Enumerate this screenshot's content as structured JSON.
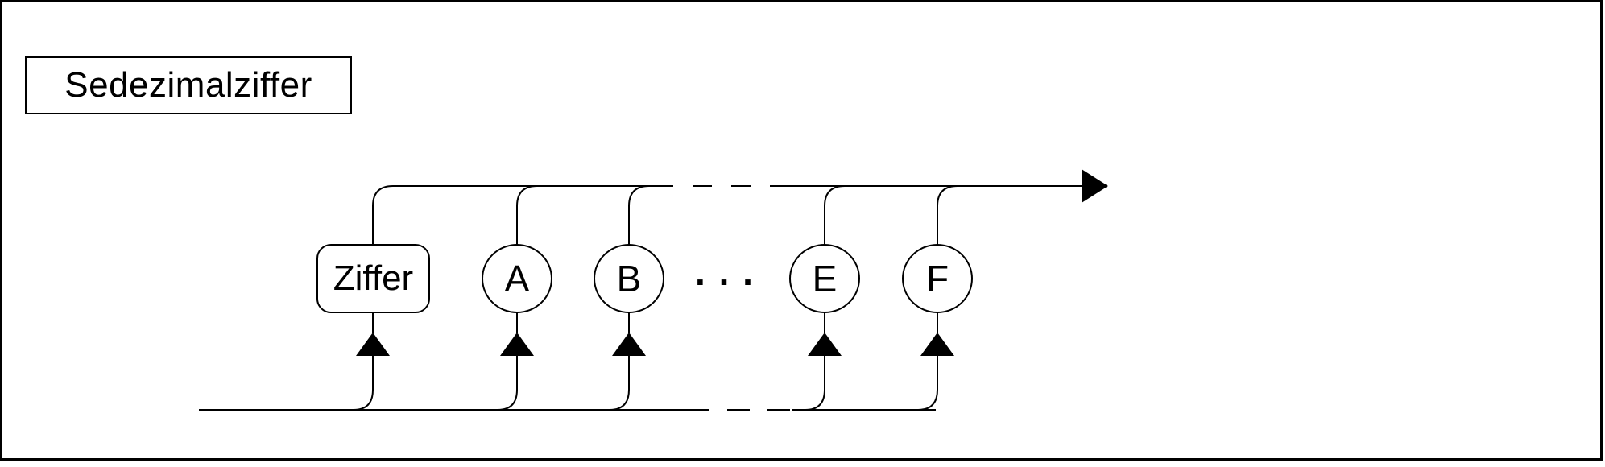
{
  "page": {
    "background": "#ffffff",
    "line_color": "#000000"
  },
  "title": {
    "label": "Sedezimalziffer"
  },
  "diagram": {
    "nodes": [
      {
        "id": "ziffer",
        "label": "Ziffer",
        "kind": "nonterminal"
      },
      {
        "id": "a",
        "label": "A",
        "kind": "terminal"
      },
      {
        "id": "b",
        "label": "B",
        "kind": "terminal"
      },
      {
        "id": "e",
        "label": "E",
        "kind": "terminal"
      },
      {
        "id": "f",
        "label": "F",
        "kind": "terminal"
      }
    ],
    "ellipsis": ". . ."
  }
}
